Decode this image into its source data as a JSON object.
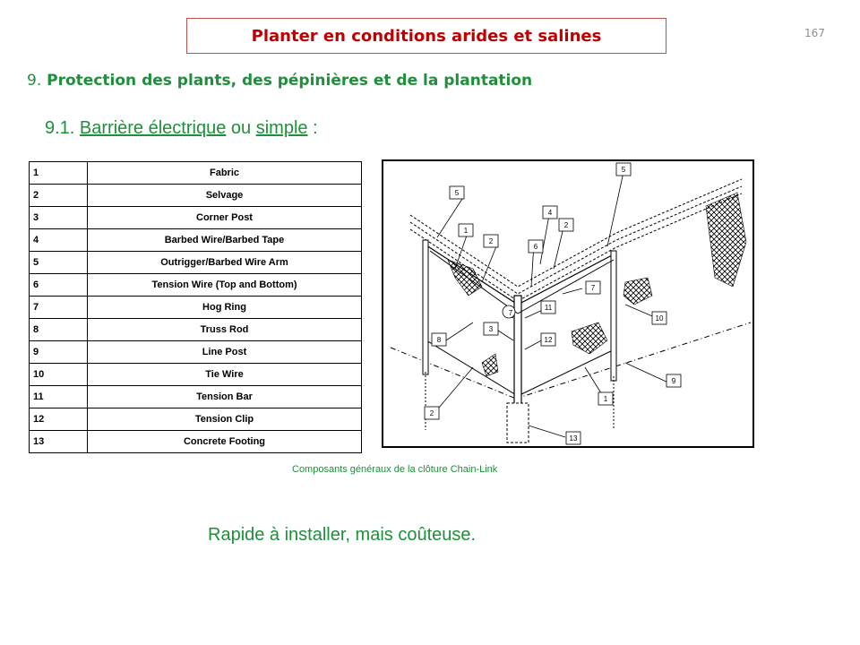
{
  "slide": {
    "title": "Planter en conditions arides et salines",
    "page_number": "167",
    "section": {
      "number": "9.",
      "title": "Protection des plants, des pépinières et de la plantation"
    },
    "subsection": {
      "number": "9.1.",
      "part1": "Barrière électrique",
      "connector": "ou",
      "part2": "simple",
      "colon": ":"
    },
    "components_table": [
      {
        "num": "1",
        "label": "Fabric"
      },
      {
        "num": "2",
        "label": "Selvage"
      },
      {
        "num": "3",
        "label": "Corner Post"
      },
      {
        "num": "4",
        "label": "Barbed Wire/Barbed Tape"
      },
      {
        "num": "5",
        "label": "Outrigger/Barbed Wire Arm"
      },
      {
        "num": "6",
        "label": "Tension Wire (Top and Bottom)"
      },
      {
        "num": "7",
        "label": "Hog Ring"
      },
      {
        "num": "8",
        "label": "Truss Rod"
      },
      {
        "num": "9",
        "label": "Line Post"
      },
      {
        "num": "10",
        "label": "Tie Wire"
      },
      {
        "num": "11",
        "label": "Tension Bar"
      },
      {
        "num": "12",
        "label": "Tension Clip"
      },
      {
        "num": "13",
        "label": "Concrete Footing"
      }
    ],
    "diagram_callouts": [
      "5",
      "1",
      "2",
      "4",
      "2",
      "6",
      "5",
      "3",
      "11",
      "7",
      "10",
      "8",
      "12",
      "2",
      "1",
      "9",
      "13",
      "7"
    ],
    "caption": "Composants généraux de la clôture Chain-Link",
    "note": "Rapide à installer, mais coûteuse."
  }
}
